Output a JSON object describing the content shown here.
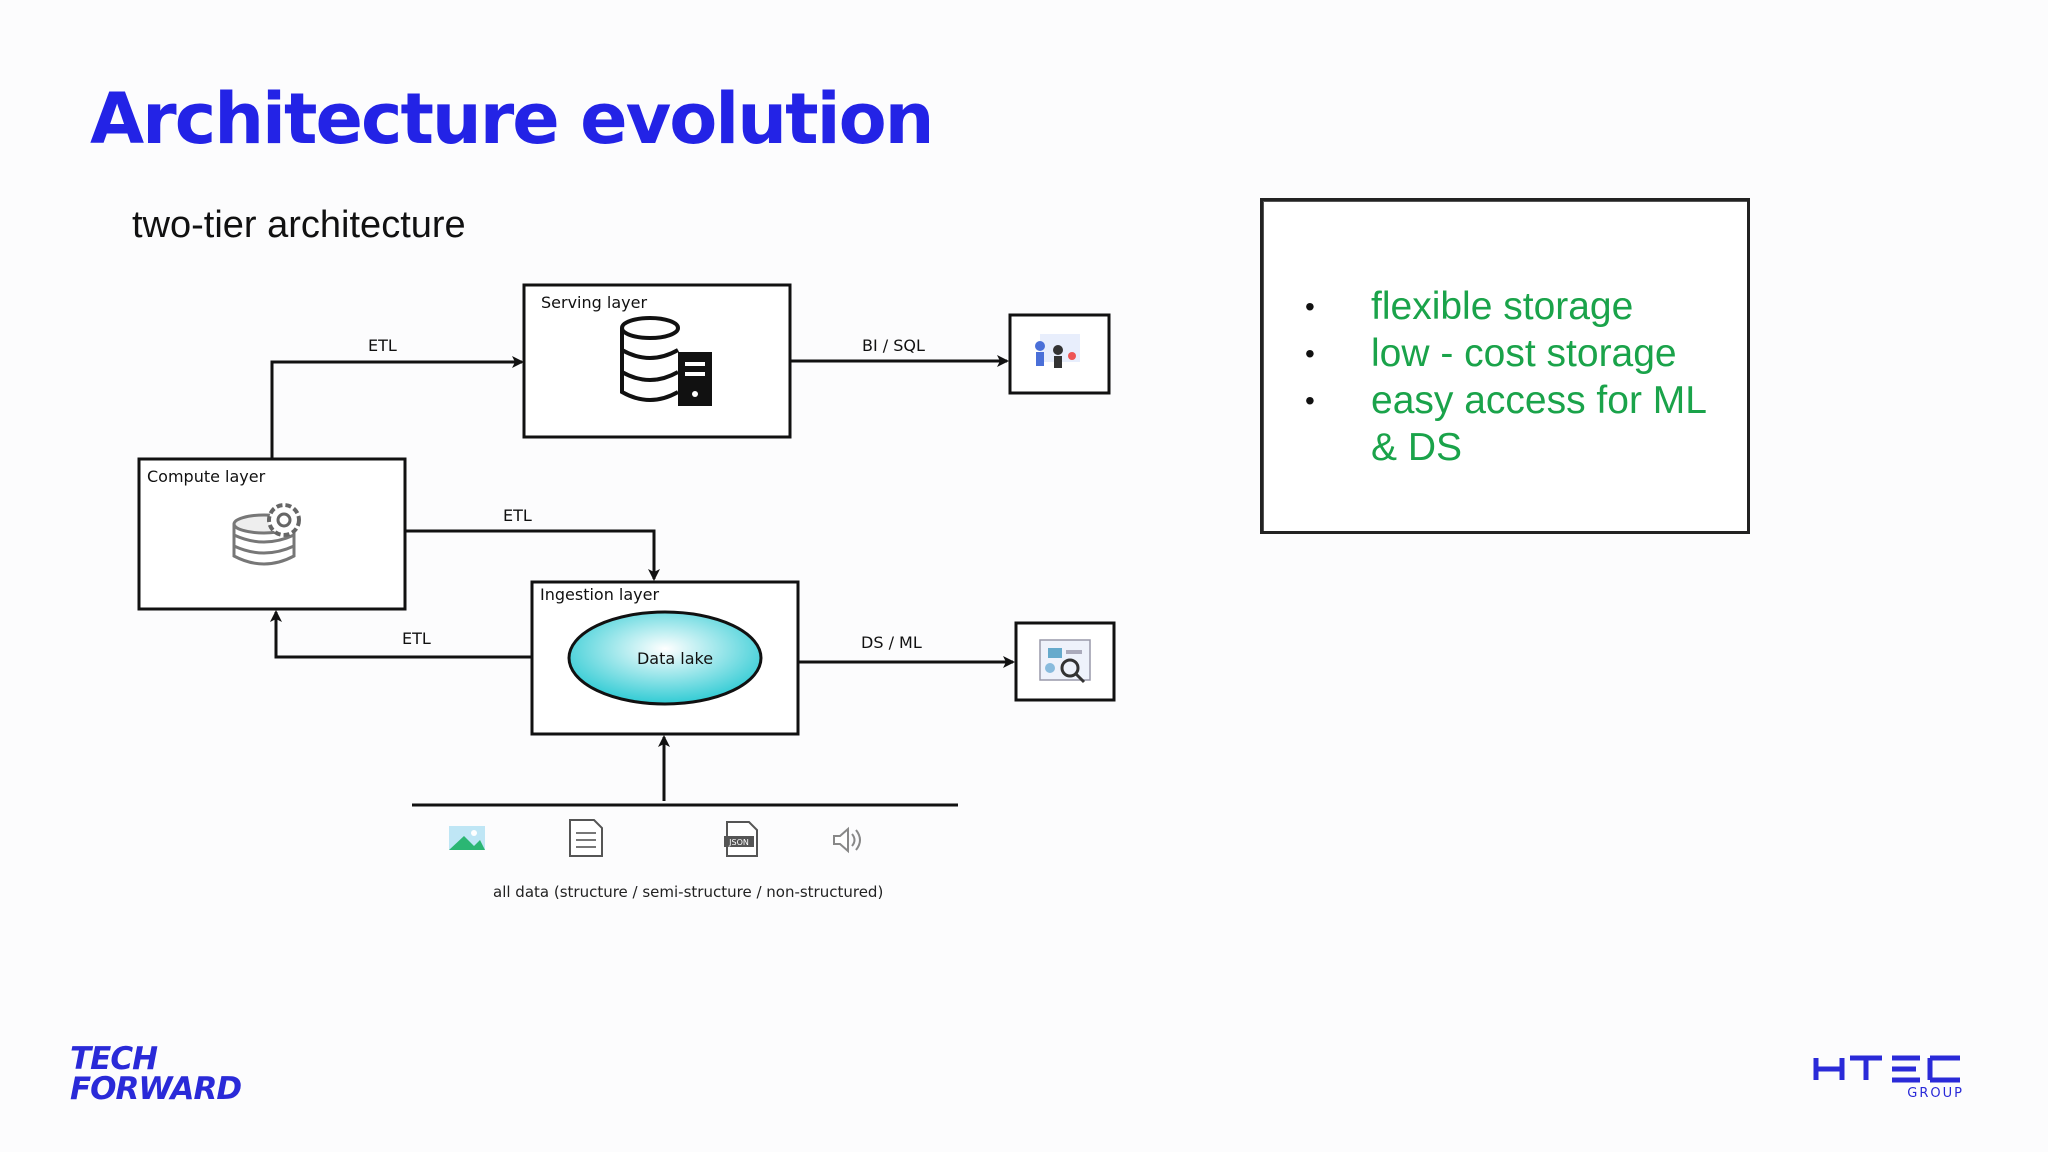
{
  "slide": {
    "title": "Architecture evolution",
    "subtitle": "two-tier architecture"
  },
  "diagram": {
    "serving_layer": "Serving layer",
    "compute_layer": "Compute layer",
    "ingestion_layer": "Ingestion layer",
    "data_lake": "Data  lake",
    "etl_top": "ETL",
    "etl_middle": "ETL",
    "etl_bottom": "ETL",
    "bi_sql": "BI / SQL",
    "ds_ml": "DS / ML",
    "all_data": "all data (structure / semi-structure / non-structured)",
    "file_icon_label": "JSON",
    "data_lake_color": "#30cbd4"
  },
  "notes": {
    "items": [
      "flexible storage",
      "low - cost storage",
      "easy access for ML & DS"
    ],
    "color": "#1aa34a"
  },
  "footer": {
    "left_logo_line1": "TECH",
    "left_logo_line2": "FORWARD",
    "right_logo_group": "GROUP",
    "brand_color": "#2a2ad8"
  }
}
